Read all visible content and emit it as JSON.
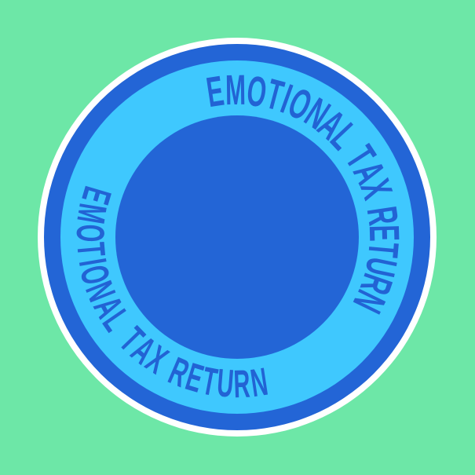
{
  "sticker": {
    "name": "emotional-tax-return-badge",
    "text_top": "EMOTIONAL TAX RETURN",
    "text_bottom": "EMOTIONAL TAX RETURN",
    "colors": {
      "background_green": "#6DE7A7",
      "badge_white": "#FFFFFF",
      "badge_blue": "#2365D6",
      "band_cyan": "#3FC8FE",
      "text_blue": "#2263D4"
    }
  }
}
